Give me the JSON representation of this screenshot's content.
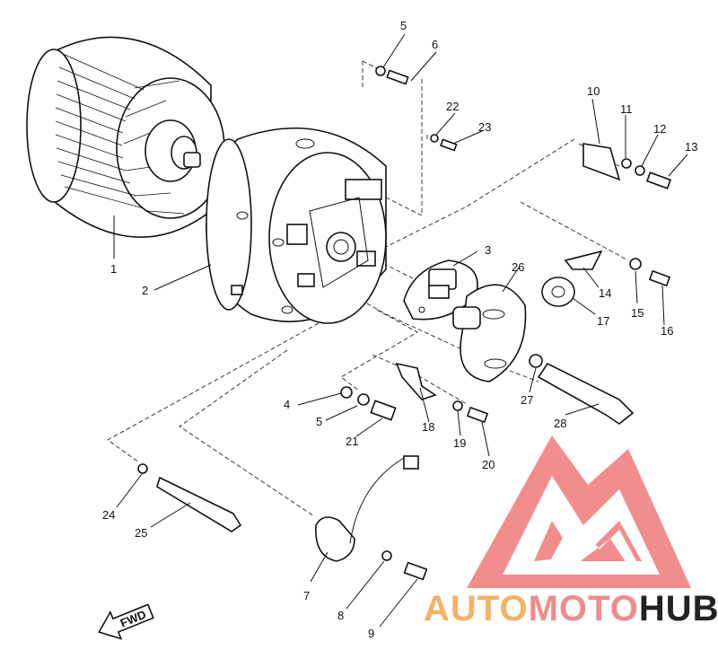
{
  "callouts": [
    "1",
    "2",
    "3",
    "4",
    "5",
    "5",
    "6",
    "7",
    "8",
    "9",
    "10",
    "11",
    "12",
    "13",
    "14",
    "15",
    "16",
    "17",
    "18",
    "19",
    "20",
    "21",
    "22",
    "23",
    "24",
    "25",
    "26",
    "27",
    "28"
  ],
  "fwd_label": "FWD",
  "watermark": {
    "part1": "AUTO",
    "part2": "MOTO",
    "part3": "HUB",
    "colors": {
      "part1": "#f4b267",
      "part2": "#f08c8c",
      "part3": "#222222",
      "logo": "#f07a7a"
    }
  }
}
